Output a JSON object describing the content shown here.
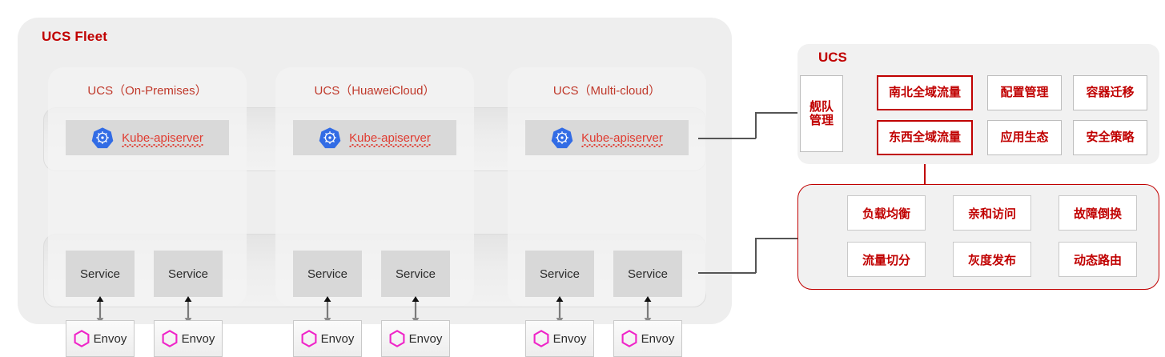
{
  "fleet": {
    "title": "UCS Fleet",
    "clusters": [
      {
        "title": "UCS（On-Premises）",
        "apiserver": "Kube-apiserver",
        "services": [
          "Service",
          "Service"
        ],
        "proxies": [
          "Envoy",
          "Envoy"
        ]
      },
      {
        "title": "UCS（HuaweiCloud）",
        "apiserver": "Kube-apiserver",
        "services": [
          "Service",
          "Service"
        ],
        "proxies": [
          "Envoy",
          "Envoy"
        ]
      },
      {
        "title": "UCS（Multi-cloud）",
        "apiserver": "Kube-apiserver",
        "services": [
          "Service",
          "Service"
        ],
        "proxies": [
          "Envoy",
          "Envoy"
        ]
      }
    ]
  },
  "ucs_panel": {
    "title": "UCS",
    "fleet_management": "舰队\n管理",
    "fleet_management_line1": "舰队",
    "fleet_management_line2": "管理",
    "cells": [
      {
        "label": "南北全域流量",
        "highlight": true
      },
      {
        "label": "配置管理",
        "highlight": false
      },
      {
        "label": "容器迁移",
        "highlight": false
      },
      {
        "label": "东西全域流量",
        "highlight": true
      },
      {
        "label": "应用生态",
        "highlight": false
      },
      {
        "label": "安全策略",
        "highlight": false
      }
    ]
  },
  "traffic_panel": {
    "cells": [
      {
        "label": "负载均衡"
      },
      {
        "label": "亲和访问"
      },
      {
        "label": "故障倒换"
      },
      {
        "label": "流量切分"
      },
      {
        "label": "灰度发布"
      },
      {
        "label": "动态路由"
      }
    ]
  },
  "colors": {
    "brand_red": "#c00000",
    "cluster_title_red": "#c0392b",
    "apiserver_red": "#e03b30",
    "envoy_magenta": "#ef24c8",
    "k8s_blue": "#326ce5",
    "connector_gray": "#555555"
  }
}
